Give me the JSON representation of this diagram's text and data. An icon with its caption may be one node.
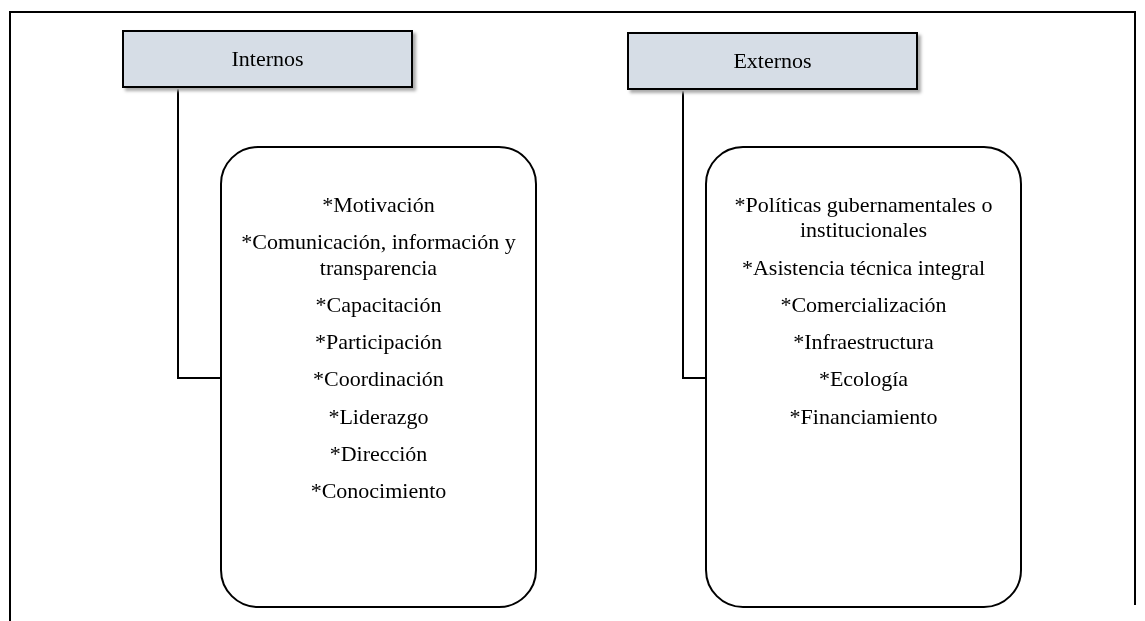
{
  "diagram": {
    "nodes": [
      {
        "text": [
          "Internos"
        ]
      },
      {
        "text": [
          "*Motivación",
          "*Comunicación, información y transparencia",
          "*Capacitación",
          "*Participación",
          "*Coordinación",
          "*Liderazgo",
          "*Dirección",
          "*Conocimiento"
        ]
      },
      {
        "text": [
          "Externos"
        ]
      },
      {
        "text": [
          "*Políticas gubernamentales o institucionales",
          "*Asistencia técnica integral",
          "*Comercialización",
          "*Infraestructura",
          "*Ecología",
          "*Financiamiento"
        ]
      }
    ],
    "edges": [
      {
        "from": 0,
        "to": 1,
        "arrow": "none"
      },
      {
        "from": 2,
        "to": 3,
        "arrow": "none"
      }
    ]
  }
}
